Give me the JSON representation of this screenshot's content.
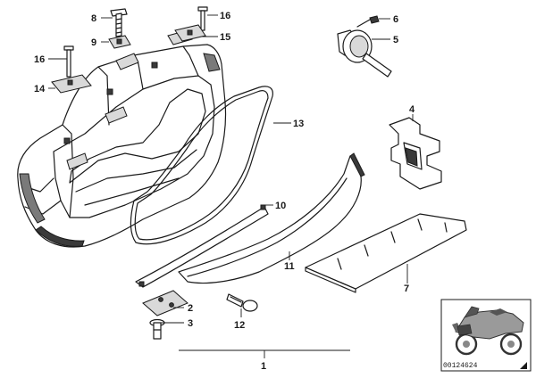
{
  "callouts": [
    {
      "id": "c1",
      "label": "1"
    },
    {
      "id": "c2",
      "label": "2"
    },
    {
      "id": "c3",
      "label": "3"
    },
    {
      "id": "c4",
      "label": "4"
    },
    {
      "id": "c5",
      "label": "5"
    },
    {
      "id": "c6",
      "label": "6"
    },
    {
      "id": "c7",
      "label": "7"
    },
    {
      "id": "c8",
      "label": "8"
    },
    {
      "id": "c9",
      "label": "9"
    },
    {
      "id": "c10",
      "label": "10"
    },
    {
      "id": "c11",
      "label": "11"
    },
    {
      "id": "c12",
      "label": "12"
    },
    {
      "id": "c13",
      "label": "13"
    },
    {
      "id": "c14",
      "label": "14"
    },
    {
      "id": "c15",
      "label": "15"
    },
    {
      "id": "c16a",
      "label": "16"
    },
    {
      "id": "c16b",
      "label": "16"
    }
  ],
  "reference_number": "00124624"
}
